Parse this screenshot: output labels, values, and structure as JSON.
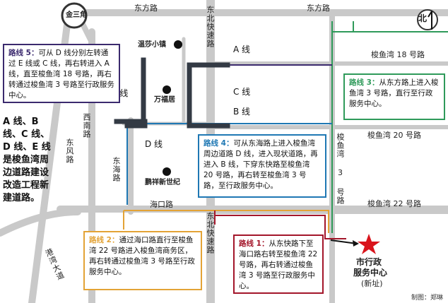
{
  "roads": {
    "dongfang_left": "东方路",
    "dongfang_right": "东方路",
    "donghai_fast": "东北快速路",
    "donghai_fast_lower": "东北快速路",
    "suoyuwan18": "梭鱼湾 18 号路",
    "suoyuwan20": "梭鱼湾 20 号路",
    "suoyuwan22": "梭鱼湾 22 号路",
    "suoyuwan3": "梭鱼湾 3 号路",
    "haikou": "海口路",
    "donghai": "东海路",
    "xinan": "西南路",
    "dongfeng": "东风路",
    "gangzai": "港湾大道"
  },
  "places": {
    "jinsanjiao": "金三角",
    "wensha": "温莎小镇",
    "wanfuju": "万福居",
    "pengxiang": "鹏祥新世纪",
    "center_line1": "市行政",
    "center_line2": "服务中心",
    "center_line3": "(新址)"
  },
  "lines": {
    "a": "A 线",
    "b": "B 线",
    "c": "C 线",
    "d": "D 线",
    "e": "E 线"
  },
  "compass": "北",
  "routes": {
    "r1_tag": "路线 1：",
    "r1_text": "从东快路下至海口路右转至梭鱼湾 22 号路，再右转通过梭鱼湾 3 号路至行政服务中心。",
    "r2_tag": "路线 2：",
    "r2_text": "通过海口路直行至梭鱼湾 22 号路进入梭鱼湾商务区，再右转通过梭鱼湾 3 号路至行政服务中心。",
    "r3_tag": "路线 3：",
    "r3_text": "从东方路上进入梭鱼湾 3 号路，直行至行政服务中心。",
    "r4_tag": "路线 4：",
    "r4_text": "可从东海路上进入梭鱼湾周边道路 D 线，进入现状道路，再进入 B 线，下穿东快路至梭鱼湾 20 号路，再右转至梭鱼湾 3 号路，至行政服务中心。",
    "r5_tag": "路线 5：",
    "r5_text": "可从 D 线分别左转通过 E 线或 C 线，再右转进入 A 线，直至梭鱼湾 18 号路，再右转通过梭鱼湾 3 号路至行政服务中心。"
  },
  "legend_text": "A 线、B 线、C 线、D 线、E 线是梭鱼湾周边道路建设改造工程新建道路。",
  "credit": "制图：郑琳",
  "colors": {
    "r1": "#a3162a",
    "r2": "#e3a336",
    "r3": "#2f9a5a",
    "r4": "#1f78b4",
    "r5": "#3b2a6e",
    "road": "#c8c8c8",
    "newline": "#333a44",
    "star": "#d9141c"
  }
}
